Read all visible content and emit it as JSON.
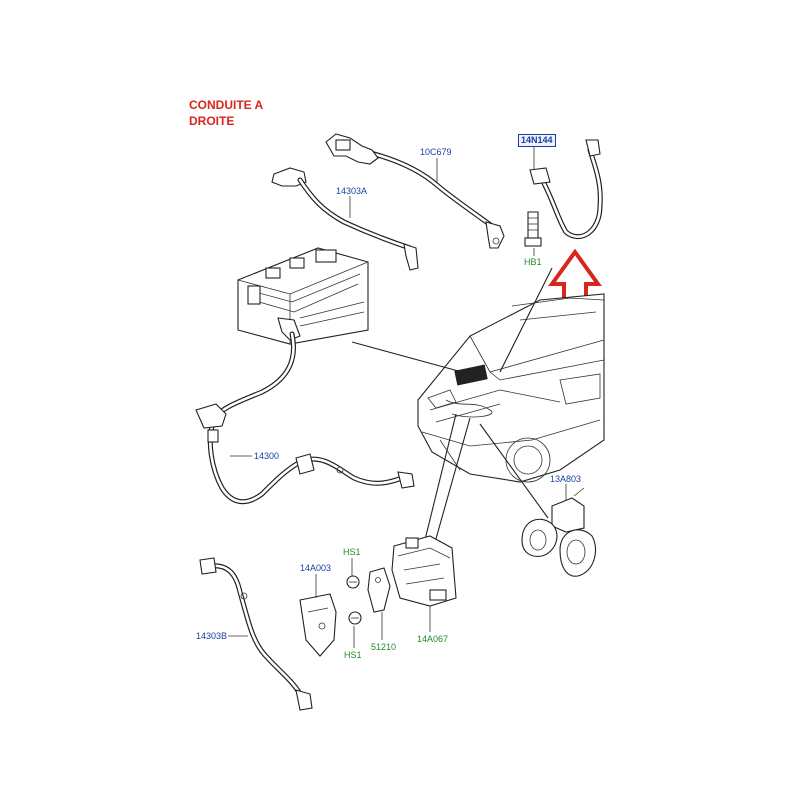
{
  "title": {
    "line1": "CONDUITE A",
    "line2": "DROITE"
  },
  "parts": {
    "p10C679": "10C679",
    "p14303A": "14303A",
    "p14N144": "14N144",
    "pHB1": "HB1",
    "p14300": "14300",
    "p13A803": "13A803",
    "pHS1_top": "HS1",
    "p14A003": "14A003",
    "p14303B": "14303B",
    "pHS1_bottom": "HS1",
    "p51210": "51210",
    "p14A067": "14A067"
  },
  "colors": {
    "title": "#d9261c",
    "label_blue": "#1a3fa0",
    "label_green": "#1f8a2a",
    "arrow": "#d9261c",
    "highlight_box": "#1a3fa0"
  },
  "icons": {
    "arrow": "up-arrow-icon"
  }
}
